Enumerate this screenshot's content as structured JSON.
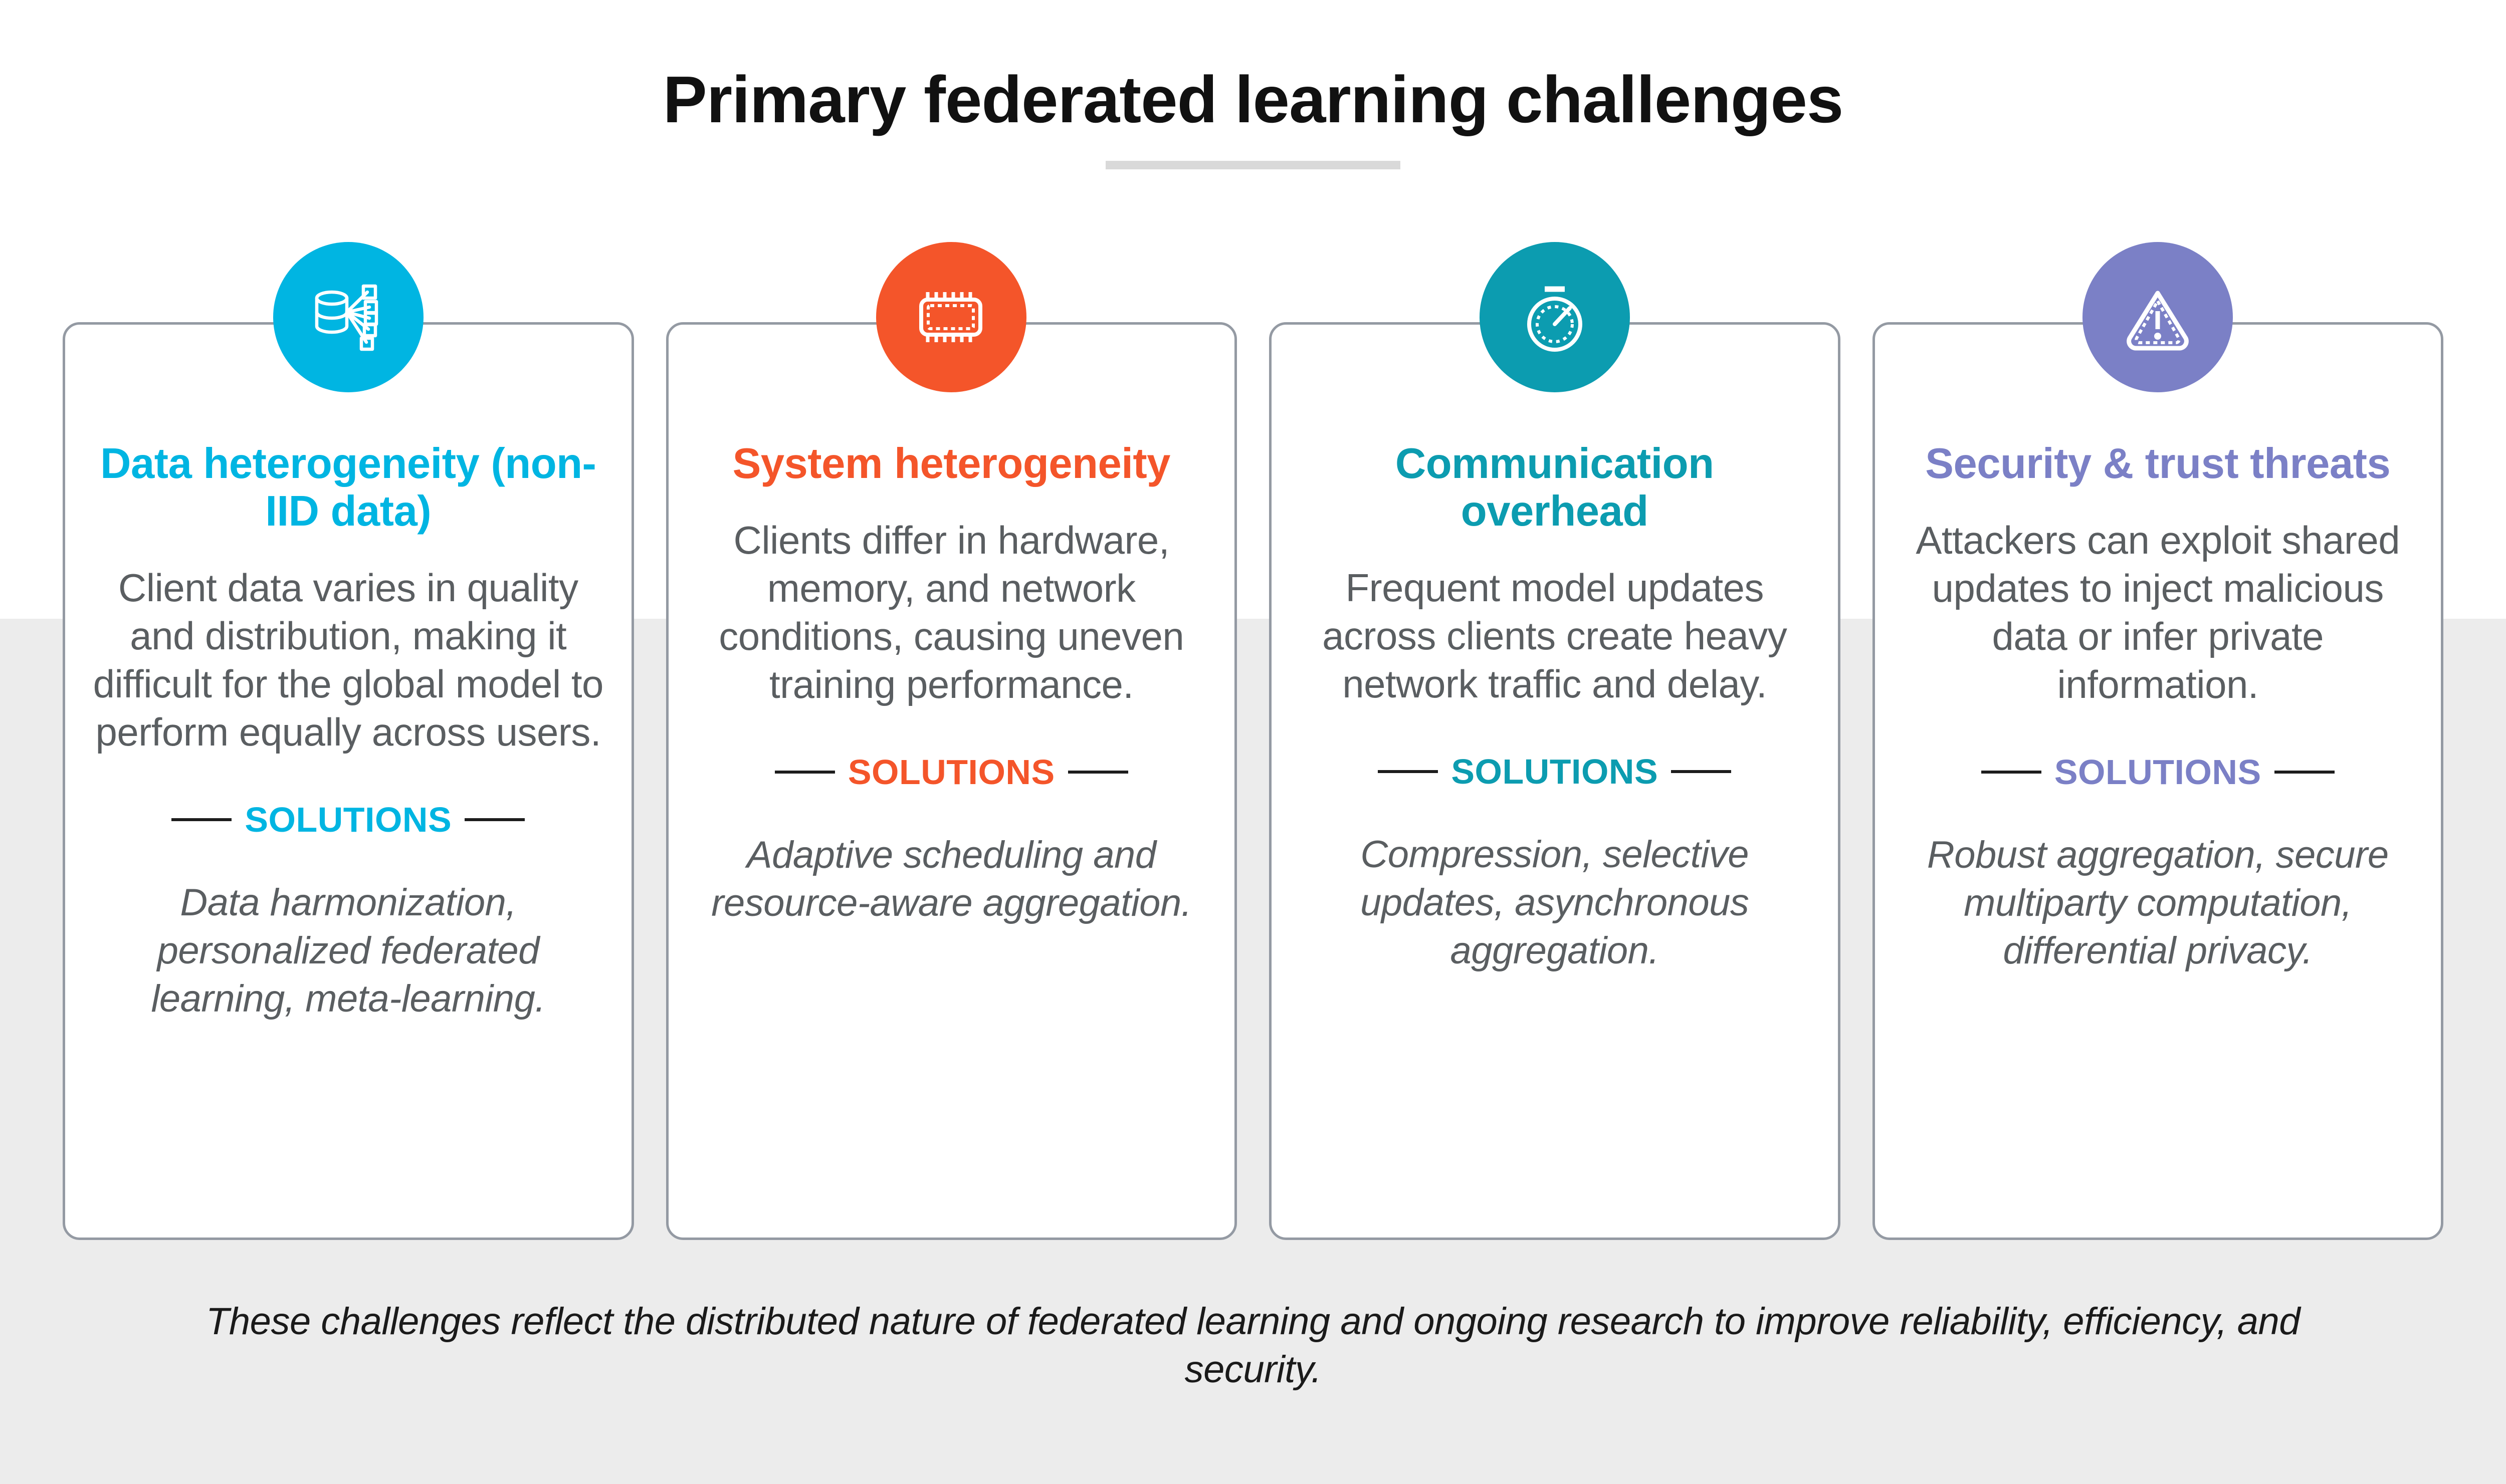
{
  "header": {
    "title": "Primary federated learning challenges"
  },
  "cards": [
    {
      "icon_name": "database-network-icon",
      "accent": "#00b5e2",
      "title": "Data heterogeneity (non-IID data)",
      "body": "Client data varies in quality and distribution, making it difficult for the global model to perform equally across users.",
      "solutions_label": "SOLUTIONS",
      "solution": "Data harmonization, personalized federated learning, meta-learning."
    },
    {
      "icon_name": "memory-chip-icon",
      "accent": "#f4552a",
      "title": "System heterogeneity",
      "body": "Clients differ in hardware, memory, and network conditions, causing uneven training performance.",
      "solutions_label": "SOLUTIONS",
      "solution": "Adaptive scheduling and resource-aware aggregation."
    },
    {
      "icon_name": "stopwatch-icon",
      "accent": "#0c9cb0",
      "title": "Communication overhead",
      "body": "Frequent model updates across clients create heavy network traffic and delay.",
      "solutions_label": "SOLUTIONS",
      "solution": "Compression, selective updates, asynchronous aggregation."
    },
    {
      "icon_name": "warning-triangle-icon",
      "accent": "#7b80c6",
      "title": "Security & trust threats",
      "body": "Attackers can exploit shared updates to inject malicious data or infer private information.",
      "solutions_label": "SOLUTIONS",
      "solution": "Robust aggregation, secure multiparty computation, differential privacy."
    }
  ],
  "footer": {
    "note": "These challenges reflect the distributed nature of federated learning and ongoing research to improve reliability, efficiency, and security."
  },
  "colors": {
    "background_top": "#ffffff",
    "background_bottom": "#ececec",
    "card_border": "#949aa3",
    "body_text": "#5a5e61",
    "title_text": "#111111",
    "divider_rule": "#d9d9d9"
  }
}
